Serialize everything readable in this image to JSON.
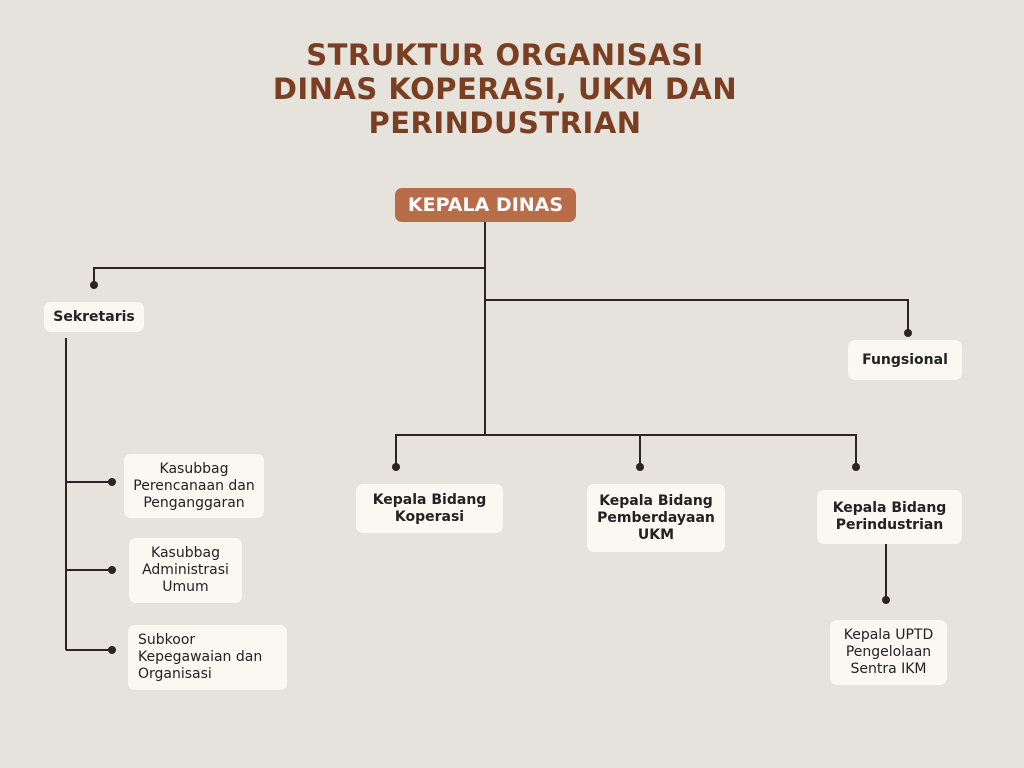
{
  "title": {
    "lines": [
      "STRUKTUR ORGANISASI",
      "DINAS KOPERASI, UKM DAN",
      "PERINDUSTRIAN"
    ]
  },
  "colors": {
    "title": "#7a3f22",
    "head_box": "#b86c4a",
    "box": "#fbf7f1",
    "line": "#2a2522",
    "background": "#e6e2dc"
  },
  "nodes": {
    "kepala_dinas": "KEPALA DINAS",
    "sekretaris": "Sekretaris",
    "fungsional": "Fungsional",
    "kasubbag_perencanaan": [
      "Kasubbag",
      "Perencanaan dan",
      "Penganggaran"
    ],
    "kasubbag_administrasi": [
      "Kasubbag",
      "Administrasi",
      "Umum"
    ],
    "subkoor_kepegawaian": [
      "Subkoor",
      "Kepegawaian dan",
      "Organisasi"
    ],
    "kabid_koperasi": [
      "Kepala Bidang",
      "Koperasi"
    ],
    "kabid_ukm": [
      "Kepala Bidang",
      "Pemberdayaan",
      "UKM"
    ],
    "kabid_perindustrian": [
      "Kepala Bidang",
      "Perindustrian"
    ],
    "kepala_uptd": [
      "Kepala UPTD",
      "Pengelolaan",
      "Sentra IKM"
    ]
  }
}
